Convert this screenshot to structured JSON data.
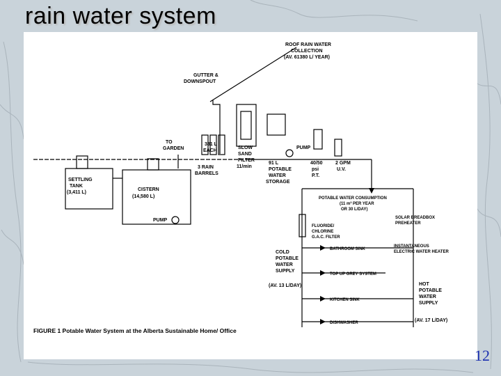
{
  "slide": {
    "title": "rain water system",
    "page_number": "12"
  },
  "diagram": {
    "labels": {
      "roof_collection": [
        "ROOF RAIN WATER",
        "COLLECTION",
        "(AV. 61380 L/ YEAR)"
      ],
      "gutter": [
        "GUTTER &",
        "DOWNSPOUT"
      ],
      "to_garden": [
        "TO",
        "GARDEN"
      ],
      "barrel_each": [
        "381 L",
        "EACH"
      ],
      "rain_barrels": [
        "3 RAIN",
        "BARRELS"
      ],
      "slow_sand_filter": [
        "SLOW",
        "SAND",
        "FILTER",
        "11/min"
      ],
      "potable_storage": [
        "91 L",
        "POTABLE",
        "WATER",
        "STORAGE"
      ],
      "pump_top": "PUMP",
      "pressure_tank": [
        "40/50",
        "psi",
        "P.T."
      ],
      "flow_uv": [
        "2 GPM",
        "U.V."
      ],
      "settling_tank": [
        "SETTLING",
        "TANK",
        "(3,411 L)"
      ],
      "cistern": [
        "CISTERN",
        "(14,580 L)"
      ],
      "pump_bottom": "PUMP",
      "consumption": [
        "POTABLE WATER CONSUMPTION",
        "(11 m³ PER YEAR",
        "OR 30 L/DAY)"
      ],
      "solar_preheat": [
        "SOLAR BREADBOX",
        "PREHEATER"
      ],
      "fluoride_filter": [
        "FLUORIDE/",
        "CHLORINE",
        "G.A.C. FILTER"
      ],
      "cold_supply": [
        "COLD",
        "POTABLE",
        "WATER",
        "SUPPLY",
        "(AV. 13 L/DAY)"
      ],
      "instant_heater": [
        "INSTANTANEOUS",
        "ELECTRIC WATER HEATER"
      ],
      "bathroom_sink": "BATHROOM SINK",
      "top_up_grey": "TOP UP GREY SYSTEM",
      "kitchen_sink": "KITCHEN SINK",
      "dishwasher": "DISHWASHER",
      "hot_supply": [
        "HOT",
        "POTABLE",
        "WATER",
        "SUPPLY",
        "(AV. 17 L/DAY)"
      ]
    },
    "caption": "FIGURE 1 Potable Water System at the Alberta Sustainable Home/ Office"
  },
  "colors": {
    "background": "#c9d3da",
    "panel": "#ffffff",
    "line": "#000000",
    "page_number": "#1b2fb0"
  }
}
